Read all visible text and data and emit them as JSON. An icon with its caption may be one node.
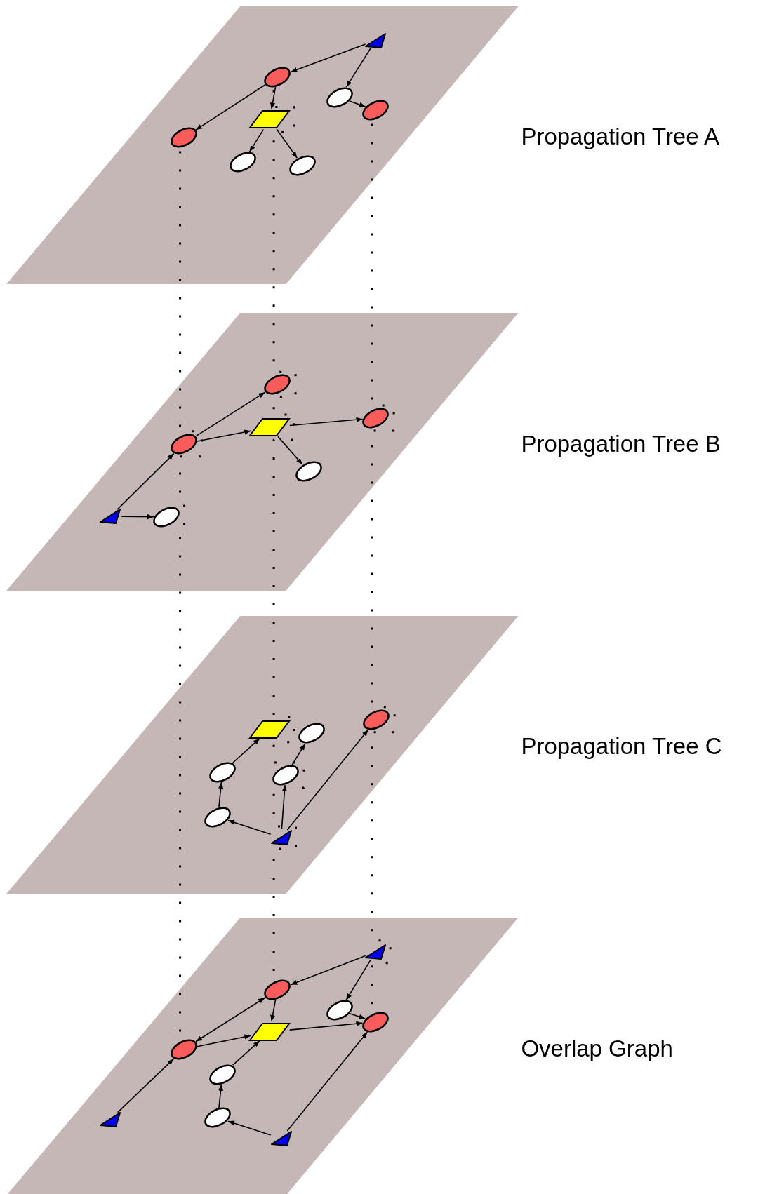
{
  "diagram": {
    "nodes": [
      {
        "text": [
          "Propagation Tree A"
        ]
      },
      {
        "text": [],
        "shape": "triangle",
        "in": 0
      },
      {
        "text": [],
        "shape": "ellipse",
        "in": 0
      },
      {
        "text": [],
        "shape": "ellipse",
        "in": 0
      },
      {
        "text": [],
        "shape": "ellipse",
        "in": 0
      },
      {
        "text": [],
        "shape": "diamond",
        "in": 0
      },
      {
        "text": [],
        "shape": "ellipse",
        "in": 0
      },
      {
        "text": [],
        "shape": "ellipse",
        "in": 0
      },
      {
        "text": [],
        "shape": "ellipse",
        "in": 0
      },
      {
        "text": [
          "Propagation Tree B"
        ]
      },
      {
        "text": [],
        "shape": "ellipse",
        "in": 9
      },
      {
        "text": [],
        "shape": "ellipse",
        "in": 9
      },
      {
        "text": [],
        "shape": "diamond",
        "in": 9
      },
      {
        "text": [],
        "shape": "ellipse",
        "in": 9
      },
      {
        "text": [],
        "shape": "ellipse",
        "in": 9
      },
      {
        "text": [],
        "shape": "triangle",
        "in": 9
      },
      {
        "text": [],
        "shape": "ellipse",
        "in": 9
      },
      {
        "text": [
          "Propagation Tree C"
        ]
      },
      {
        "text": [],
        "shape": "ellipse",
        "in": 17
      },
      {
        "text": [],
        "shape": "diamond",
        "in": 17
      },
      {
        "text": [],
        "shape": "ellipse",
        "in": 17
      },
      {
        "text": [],
        "shape": "ellipse",
        "in": 17
      },
      {
        "text": [],
        "shape": "ellipse",
        "in": 17
      },
      {
        "text": [],
        "shape": "ellipse",
        "in": 17
      },
      {
        "text": [],
        "shape": "triangle",
        "in": 17
      },
      {
        "text": [
          "Overlap Graph"
        ]
      },
      {
        "text": [],
        "shape": "triangle",
        "in": 25
      },
      {
        "text": [],
        "shape": "ellipse",
        "in": 25
      },
      {
        "text": [],
        "shape": "ellipse",
        "in": 25
      },
      {
        "text": [],
        "shape": "ellipse",
        "in": 25
      },
      {
        "text": [],
        "shape": "diamond",
        "in": 25
      },
      {
        "text": [],
        "shape": "ellipse",
        "in": 25
      },
      {
        "text": [],
        "shape": "ellipse",
        "in": 25
      },
      {
        "text": [],
        "shape": "ellipse",
        "in": 25
      },
      {
        "text": [],
        "shape": "triangle",
        "in": 25
      },
      {
        "text": [],
        "shape": "triangle",
        "in": 25
      }
    ],
    "edges": [
      {
        "from": 1,
        "to": 2,
        "arrow": "to"
      },
      {
        "from": 1,
        "to": 3,
        "arrow": "to"
      },
      {
        "from": 3,
        "to": 4,
        "arrow": "to"
      },
      {
        "from": 2,
        "to": 6,
        "arrow": "to"
      },
      {
        "from": 2,
        "to": 5,
        "arrow": "to"
      },
      {
        "from": 5,
        "to": 7,
        "arrow": "to"
      },
      {
        "from": 5,
        "to": 8,
        "arrow": "to"
      },
      {
        "from": 13,
        "to": 10,
        "arrow": "to"
      },
      {
        "from": 13,
        "to": 12,
        "arrow": "to"
      },
      {
        "from": 12,
        "to": 11,
        "arrow": "to"
      },
      {
        "from": 12,
        "to": 14,
        "arrow": "to"
      },
      {
        "from": 15,
        "to": 13,
        "arrow": "to"
      },
      {
        "from": 15,
        "to": 16,
        "arrow": "to"
      },
      {
        "from": 24,
        "to": 23,
        "arrow": "to"
      },
      {
        "from": 24,
        "to": 22,
        "arrow": "to"
      },
      {
        "from": 24,
        "to": 18,
        "arrow": "to"
      },
      {
        "from": 23,
        "to": 21,
        "arrow": "to"
      },
      {
        "from": 21,
        "to": 19,
        "arrow": "to"
      },
      {
        "from": 22,
        "to": 20,
        "arrow": "to"
      },
      {
        "from": 26,
        "to": 27,
        "arrow": "to"
      },
      {
        "from": 26,
        "to": 28,
        "arrow": "to"
      },
      {
        "from": 28,
        "to": 29,
        "arrow": "to"
      },
      {
        "from": 27,
        "to": 30,
        "arrow": "to"
      },
      {
        "from": 31,
        "to": 27,
        "arrow": "both"
      },
      {
        "from": 31,
        "to": 30,
        "arrow": "to"
      },
      {
        "from": 30,
        "to": 29,
        "arrow": "to"
      },
      {
        "from": 32,
        "to": 30,
        "arrow": "to"
      },
      {
        "from": 33,
        "to": 32,
        "arrow": "to"
      },
      {
        "from": 35,
        "to": 33,
        "arrow": "to"
      },
      {
        "from": 35,
        "to": 29,
        "arrow": "to"
      },
      {
        "from": 34,
        "to": 31,
        "arrow": "to"
      },
      {
        "from": 6,
        "to": 31,
        "arrow": "none",
        "style": "dashed"
      },
      {
        "from": 2,
        "to": 27,
        "arrow": "none",
        "style": "dashed"
      },
      {
        "from": 4,
        "to": 29,
        "arrow": "none",
        "style": "dashed"
      }
    ]
  }
}
